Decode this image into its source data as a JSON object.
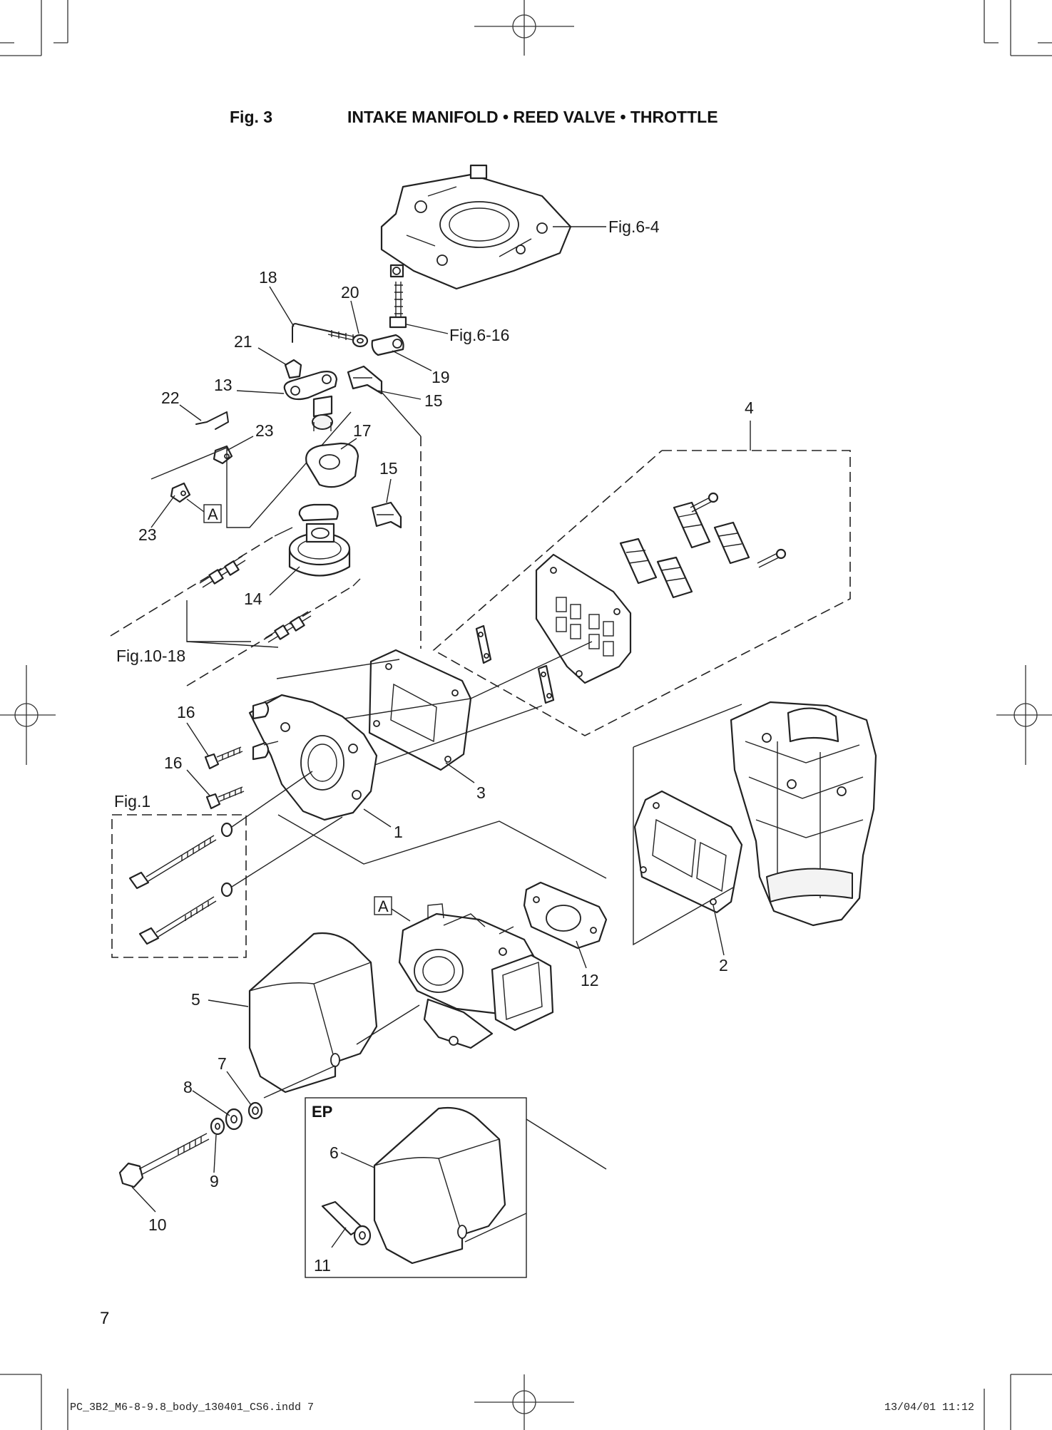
{
  "heading": {
    "fig_number": "Fig. 3",
    "title": "INTAKE MANIFOLD • REED VALVE • THROTTLE"
  },
  "callouts": {
    "p1": "1",
    "p2": "2",
    "p3": "3",
    "p4": "4",
    "p5": "5",
    "p6": "6",
    "p7": "7",
    "p8": "8",
    "p9": "9",
    "p10": "10",
    "p11": "11",
    "p12": "12",
    "p13": "13",
    "p14": "14",
    "p15a": "15",
    "p15b": "15",
    "p16a": "16",
    "p16b": "16",
    "p17": "17",
    "p18": "18",
    "p19": "19",
    "p20": "20",
    "p21": "21",
    "p22": "22",
    "p23a": "23",
    "p23b": "23"
  },
  "references": {
    "fig_6_4": "Fig.6-4",
    "fig_6_16": "Fig.6-16",
    "fig_10_18": "Fig.10-18",
    "fig_1": "Fig.1"
  },
  "box_labels": {
    "a_upper": "A",
    "a_lower": "A"
  },
  "ep_label": "EP",
  "page_number": "7",
  "footer": {
    "file_name": "PC_3B2_M6-8-9.8_body_130401_CS6.indd   7",
    "date_time": "13/04/01   11:12"
  }
}
